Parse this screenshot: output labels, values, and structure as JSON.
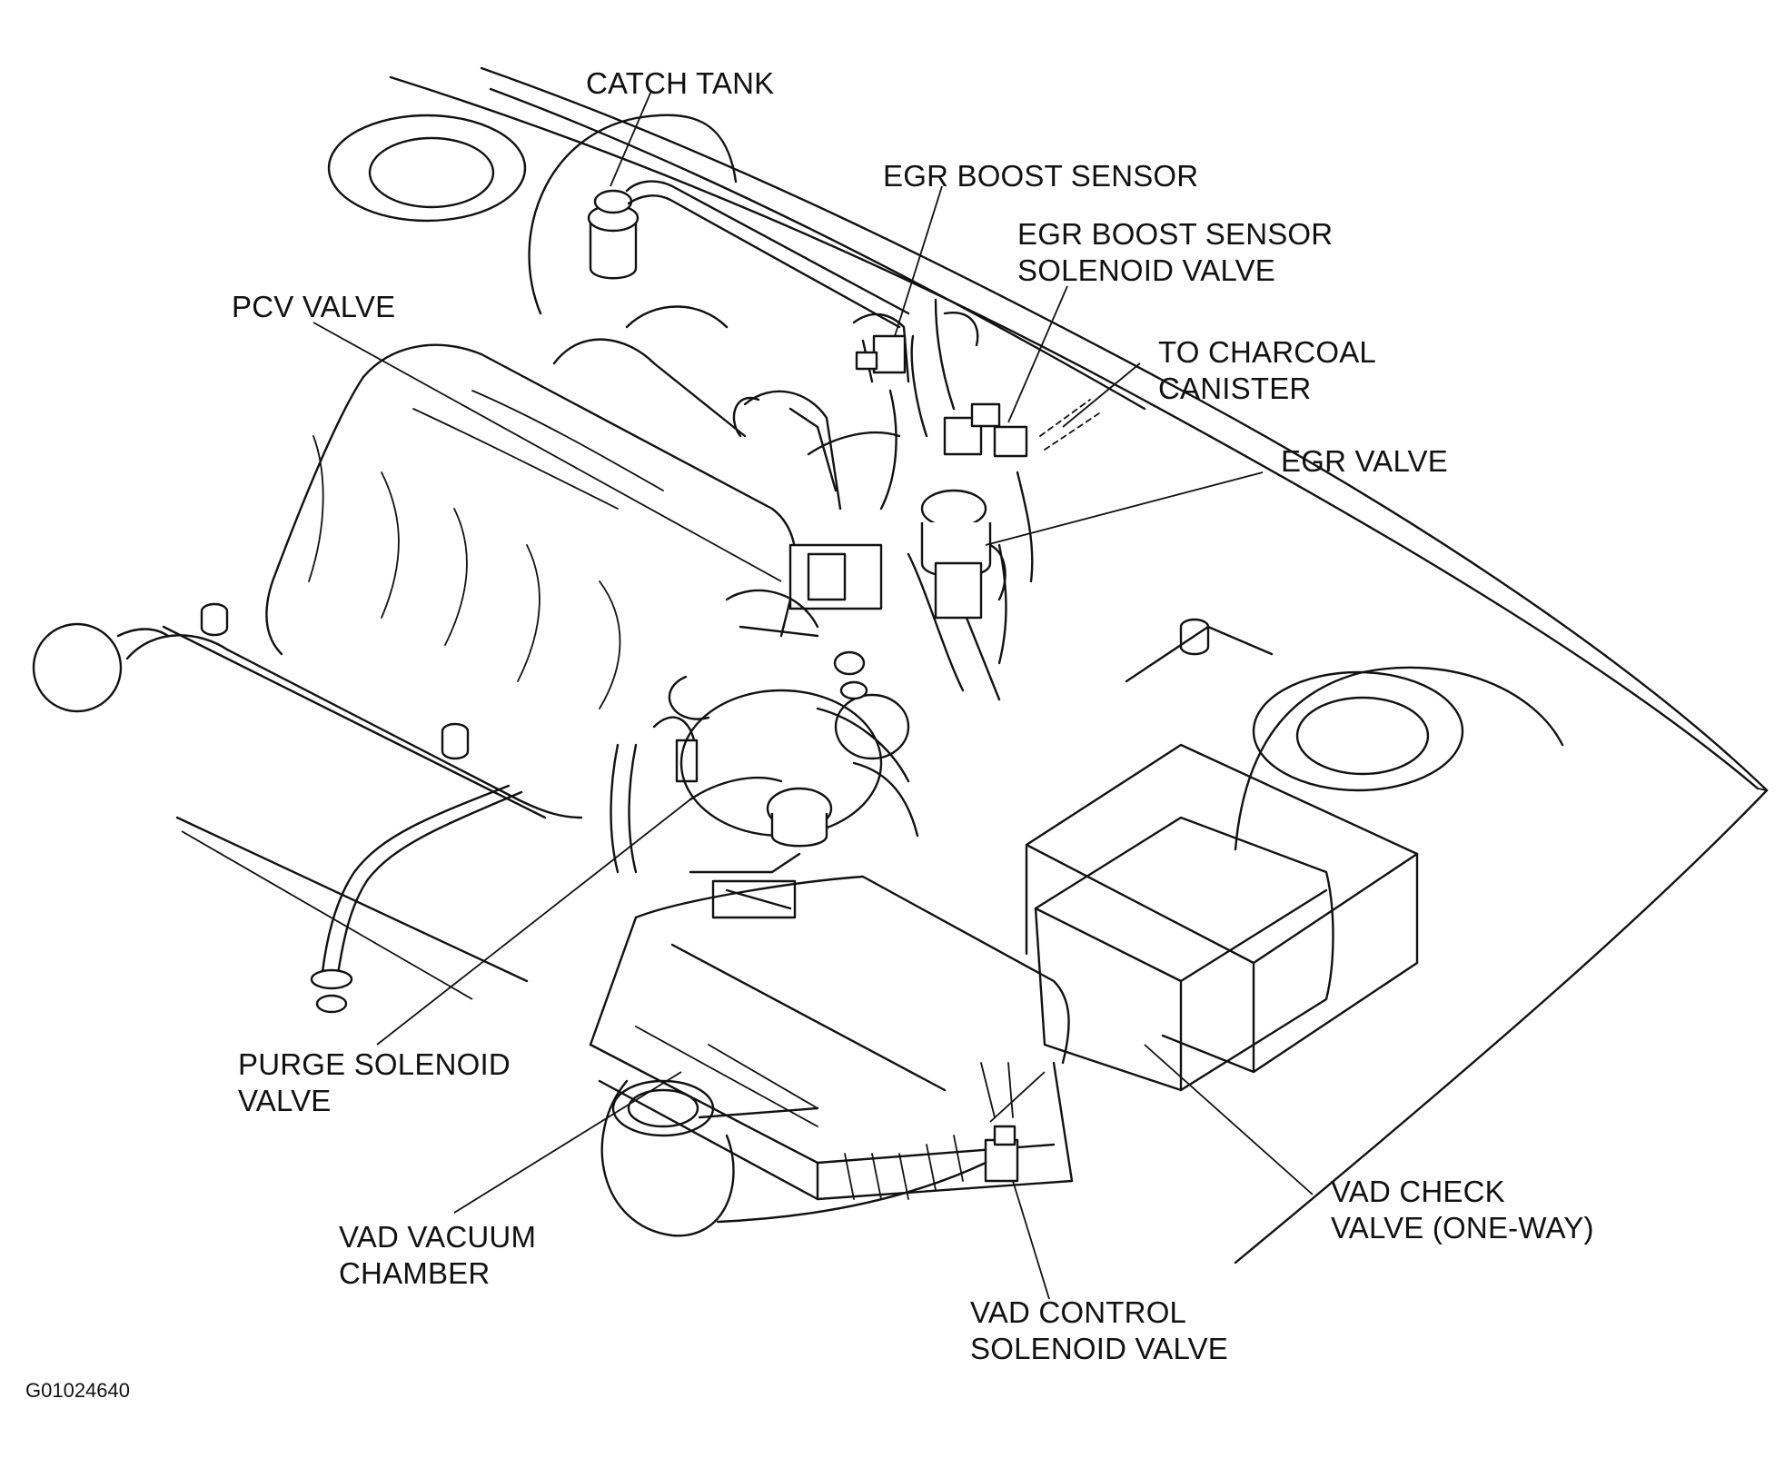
{
  "labels": {
    "catch_tank": "CATCH TANK",
    "egr_boost_sensor": "EGR BOOST SENSOR",
    "egr_boost_sensor_solenoid_line1": "EGR BOOST SENSOR",
    "egr_boost_sensor_solenoid_line2": "SOLENOID VALVE",
    "pcv_valve": "PCV VALVE",
    "to_charcoal_line1": "TO CHARCOAL",
    "to_charcoal_line2": "CANISTER",
    "egr_valve": "EGR VALVE",
    "purge_solenoid_line1": "PURGE SOLENOID",
    "purge_solenoid_line2": "VALVE",
    "vad_vacuum_line1": "VAD VACUUM",
    "vad_vacuum_line2": "CHAMBER",
    "vad_check_line1": "VAD CHECK",
    "vad_check_line2": "VALVE (ONE-WAY)",
    "vad_control_line1": "VAD CONTROL",
    "vad_control_line2": "SOLENOID VALVE"
  },
  "figure_id": "G01024640"
}
